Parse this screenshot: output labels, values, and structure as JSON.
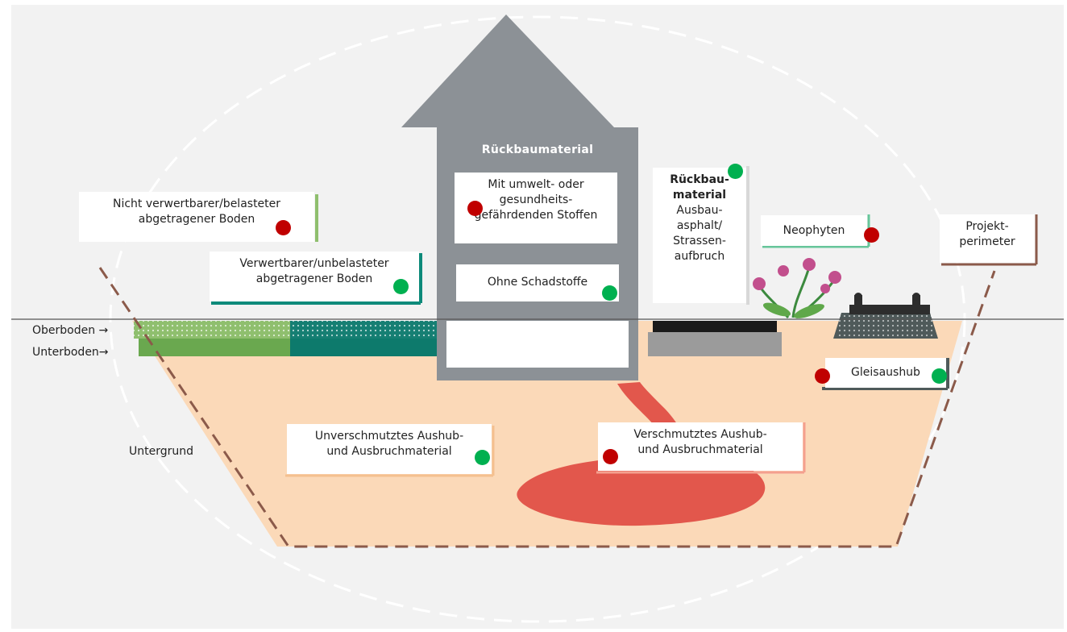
{
  "diagram": {
    "house_title": "Rückbaumaterial",
    "labels": {
      "nicht_verwertbar": "Nicht verwertbarer/belasteter\nabgetragener Boden",
      "verwertbar": "Verwertbarer/unbelasteter\nabgetragener Boden",
      "mit_stoffen": "Mit umwelt- oder\ngesundheits-\ngefährdenden Stoffen",
      "ohne_schadstoffe": "Ohne Schadstoffe",
      "rueckbau_strasse_title": "Rückbau-\nmaterial",
      "rueckbau_strasse_body": "Ausbau-\nasphalt/\nStrassen-\naufbruch",
      "neophyten": "Neophyten",
      "projektperimeter": "Projekt-\nperimeter",
      "gleisaushub": "Gleisaushub",
      "unverschmutzt": "Unverschmutztes Aushub-\nund Ausbruchmaterial",
      "verschmutzt": "Verschmutztes Aushub-\nund Ausbruchmaterial"
    },
    "side_labels": {
      "oberboden": "Oberboden →",
      "unterboden": "Unterboden→",
      "untergrund": "Untergrund"
    },
    "status_markers": {
      "nicht_verwertbar": "red",
      "verwertbar": "green",
      "mit_stoffen": "red",
      "ohne_schadstoffe": "green",
      "rueckbau_strasse": "green",
      "neophyten": "red",
      "gleisaushub": [
        "red",
        "green"
      ],
      "unverschmutzt": "green",
      "verschmutzt": "red"
    },
    "colors": {
      "marker_red": "#c00000",
      "marker_green": "#00b050",
      "ground": "#fbd9b8",
      "house": "#8c9196",
      "contaminated": "#e2574c",
      "topsoil_green": "#6aa84f",
      "topsoil_teal": "#0d8a7a"
    }
  }
}
